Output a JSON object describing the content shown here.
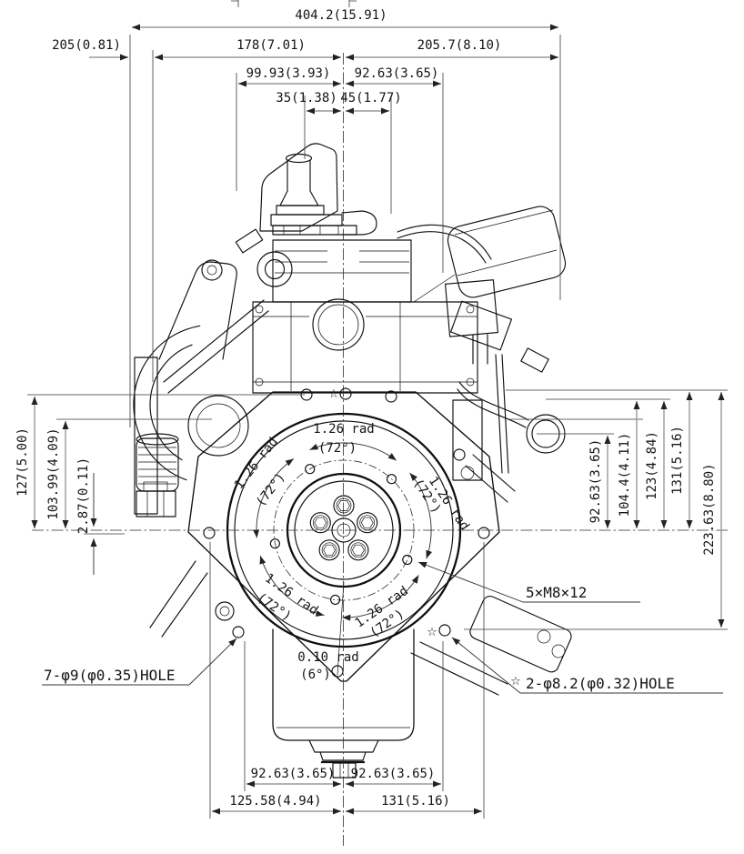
{
  "dims_top": {
    "overall": "404.2(15.91)",
    "offset_left": "205(0.81)",
    "left_of_center": "178(7.01)",
    "right_of_center": "205.7(8.10)",
    "upper_left": "99.93(3.93)",
    "upper_right": "92.63(3.65)",
    "stud_left": "35(1.38)",
    "stud_right": "45(1.77)"
  },
  "dims_left": {
    "center_height": "127(5.00)",
    "cap_height": "103.99(4.09)",
    "offset_small": "2.87(0.11)"
  },
  "dims_right": {
    "h92": "92.63(3.65)",
    "h104": "104.4(4.11)",
    "h123": "123(4.84)",
    "h131": "131(5.16)",
    "h223": "223.63(8.80)"
  },
  "dims_bottom": {
    "left92": "92.63(3.65)",
    "right92": "92.63(3.65)",
    "left125": "125.58(4.94)",
    "right131": "131(5.16)"
  },
  "flywheel": {
    "arc_labels": [
      {
        "rad": "1.26 rad",
        "deg": "(72°)"
      },
      {
        "rad": "1.26 rad",
        "deg": "(72°)"
      },
      {
        "rad": "1.26 rad",
        "deg": "(72°)"
      },
      {
        "rad": "1.26 rad",
        "deg": "(72°)"
      },
      {
        "rad": "1.26 rad",
        "deg": "(72°)"
      }
    ],
    "vertex_angle": {
      "rad": "0.10 rad",
      "deg": "(6°)"
    }
  },
  "callouts": {
    "tapped_holes": "5×M8×12",
    "holes_7": "7-φ9(φ0.35)HOLE",
    "holes_2": "2-φ8.2(φ0.32)HOLE",
    "star": "☆"
  }
}
